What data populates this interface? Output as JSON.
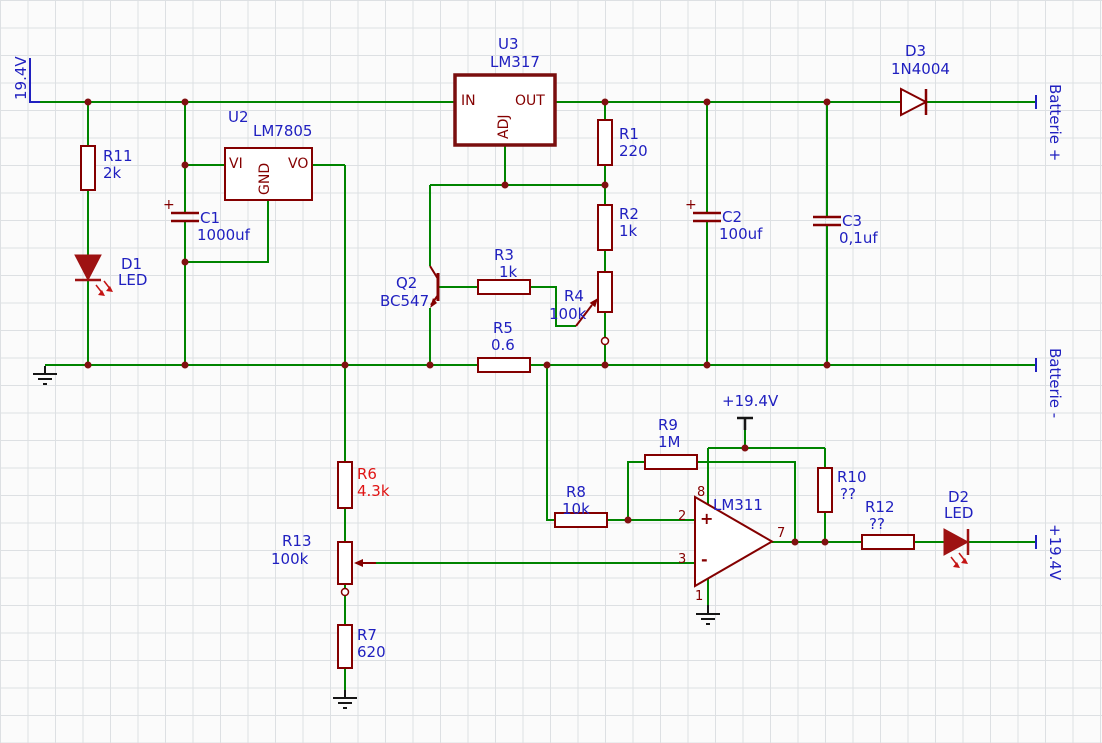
{
  "colors": {
    "wire": "#008400",
    "maroon": "#840000",
    "blue": "#2020c0",
    "hl": "#e01414",
    "junction": "#801010",
    "ground": "#151515"
  },
  "power": {
    "input_rail": "19.4V",
    "battery_plus": "Batterie +",
    "battery_minus": "Batterie -",
    "led_rail": "+19.4V",
    "comparator_rail": "+19.4V"
  },
  "components": {
    "u2": {
      "ref": "U2",
      "value": "LM7805",
      "pins": {
        "in": "VI",
        "gnd": "GND",
        "out": "VO"
      }
    },
    "u3": {
      "ref": "U3",
      "value": "LM317",
      "pins": {
        "in": "IN",
        "adj": "ADJ",
        "out": "OUT"
      }
    },
    "comparator": {
      "value": "LM311",
      "plus": "+",
      "minus": "-",
      "pins": {
        "p1": "1",
        "p2": "2",
        "p3": "3",
        "p7": "7",
        "p8": "8"
      }
    },
    "r1": {
      "ref": "R1",
      "value": "220"
    },
    "r2": {
      "ref": "R2",
      "value": "1k"
    },
    "r3": {
      "ref": "R3",
      "value": "1k"
    },
    "r4": {
      "ref": "R4",
      "value": "100k"
    },
    "r5": {
      "ref": "R5",
      "value": "0.6"
    },
    "r6": {
      "ref": "R6",
      "value": "4.3k"
    },
    "r7": {
      "ref": "R7",
      "value": "620"
    },
    "r8": {
      "ref": "R8",
      "value": "10k"
    },
    "r9": {
      "ref": "R9",
      "value": "1M"
    },
    "r10": {
      "ref": "R10",
      "value": "??"
    },
    "r11": {
      "ref": "R11",
      "value": "2k"
    },
    "r12": {
      "ref": "R12",
      "value": "??"
    },
    "r13": {
      "ref": "R13",
      "value": "100k"
    },
    "c1": {
      "ref": "C1",
      "value": "1000uf",
      "polarity": "+"
    },
    "c2": {
      "ref": "C2",
      "value": "100uf",
      "polarity": "+"
    },
    "c3": {
      "ref": "C3",
      "value": "0,1uf"
    },
    "d1": {
      "ref": "D1",
      "value": "LED"
    },
    "d2": {
      "ref": "D2",
      "value": "LED"
    },
    "d3": {
      "ref": "D3",
      "value": "1N4004"
    },
    "q2": {
      "ref": "Q2",
      "value": "BC547"
    }
  }
}
